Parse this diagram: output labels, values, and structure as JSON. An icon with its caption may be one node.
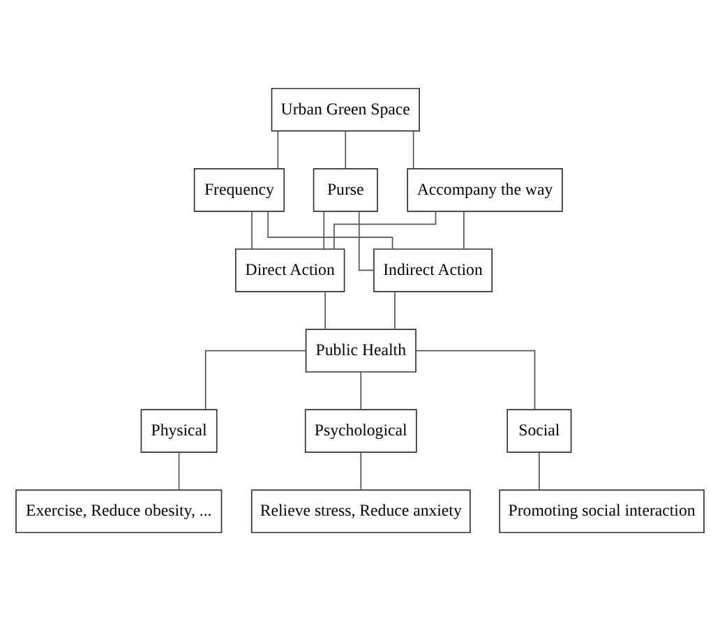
{
  "diagram": {
    "nodes": [
      {
        "text": [
          "Urban Green Space"
        ]
      },
      {
        "text": [
          "Frequency"
        ]
      },
      {
        "text": [
          "Purse"
        ]
      },
      {
        "text": [
          "Accompany the way"
        ]
      },
      {
        "text": [
          "Direct Action"
        ]
      },
      {
        "text": [
          "Indirect Action"
        ]
      },
      {
        "text": [
          "Public Health"
        ]
      },
      {
        "text": [
          "Physical"
        ]
      },
      {
        "text": [
          "Psychological"
        ]
      },
      {
        "text": [
          "Social"
        ]
      },
      {
        "text": [
          "Exercise, Reduce obesity, ..."
        ]
      },
      {
        "text": [
          "Relieve stress, Reduce anxiety"
        ]
      },
      {
        "text": [
          "Promoting social interaction"
        ]
      }
    ],
    "edges": [
      {
        "from": 0,
        "to": 1,
        "arrow": "none"
      },
      {
        "from": 0,
        "to": 2,
        "arrow": "none"
      },
      {
        "from": 0,
        "to": 3,
        "arrow": "none"
      },
      {
        "from": 1,
        "to": 4,
        "arrow": "none"
      },
      {
        "from": 1,
        "to": 5,
        "arrow": "none"
      },
      {
        "from": 2,
        "to": 4,
        "arrow": "none"
      },
      {
        "from": 2,
        "to": 5,
        "arrow": "none"
      },
      {
        "from": 3,
        "to": 4,
        "arrow": "none"
      },
      {
        "from": 3,
        "to": 5,
        "arrow": "none"
      },
      {
        "from": 4,
        "to": 6,
        "arrow": "none"
      },
      {
        "from": 5,
        "to": 6,
        "arrow": "none"
      },
      {
        "from": 6,
        "to": 7,
        "arrow": "none"
      },
      {
        "from": 6,
        "to": 8,
        "arrow": "none"
      },
      {
        "from": 6,
        "to": 9,
        "arrow": "none"
      },
      {
        "from": 7,
        "to": 10,
        "arrow": "none"
      },
      {
        "from": 8,
        "to": 11,
        "arrow": "none"
      },
      {
        "from": 9,
        "to": 12,
        "arrow": "none"
      }
    ]
  }
}
